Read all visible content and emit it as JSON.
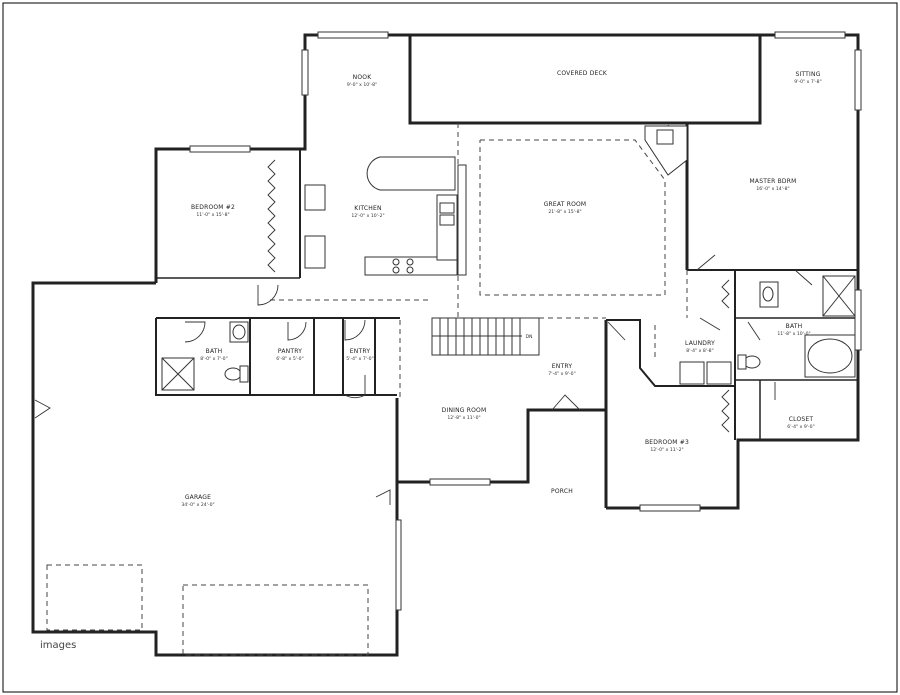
{
  "watermark": "images",
  "stair_label": "DN",
  "rooms": [
    {
      "key": "nook",
      "name": "NOOK",
      "dim": "9'-0\" x 10'-8\""
    },
    {
      "key": "covered_deck",
      "name": "COVERED DECK",
      "dim": ""
    },
    {
      "key": "sitting",
      "name": "SITTING",
      "dim": "9'-0\" x 7'-8\""
    },
    {
      "key": "master",
      "name": "MASTER BDRM",
      "dim": "16'-0\" x 14'-8\""
    },
    {
      "key": "bedroom2",
      "name": "BEDROOM #2",
      "dim": "11'-0\" x 15'-8\""
    },
    {
      "key": "kitchen",
      "name": "KITCHEN",
      "dim": "12'-0\" x 10'-2\""
    },
    {
      "key": "great_room",
      "name": "GREAT ROOM",
      "dim": "21'-8\" x 15'-8\""
    },
    {
      "key": "bath1",
      "name": "BATH",
      "dim": "8'-0\" x 7'-0\""
    },
    {
      "key": "pantry",
      "name": "PANTRY",
      "dim": "6'-8\" x 5'-0\""
    },
    {
      "key": "entry1",
      "name": "ENTRY",
      "dim": "5'-4\" x 7'-0\""
    },
    {
      "key": "laundry",
      "name": "LAUNDRY",
      "dim": "8'-4\" x 8'-8\""
    },
    {
      "key": "bath2",
      "name": "BATH",
      "dim": "11'-8\" x 10'-0\""
    },
    {
      "key": "entry2",
      "name": "ENTRY",
      "dim": "7'-4\" x 9'-0\""
    },
    {
      "key": "dining",
      "name": "DINING ROOM",
      "dim": "12'-8\" x 11'-0\""
    },
    {
      "key": "closet",
      "name": "CLOSET",
      "dim": "6'-4\" x 9'-0\""
    },
    {
      "key": "bedroom3",
      "name": "BEDROOM #3",
      "dim": "12'-0\" x 11'-2\""
    },
    {
      "key": "porch",
      "name": "PORCH",
      "dim": ""
    },
    {
      "key": "garage",
      "name": "GARAGE",
      "dim": "34'-0\" x 24'-0\""
    }
  ]
}
